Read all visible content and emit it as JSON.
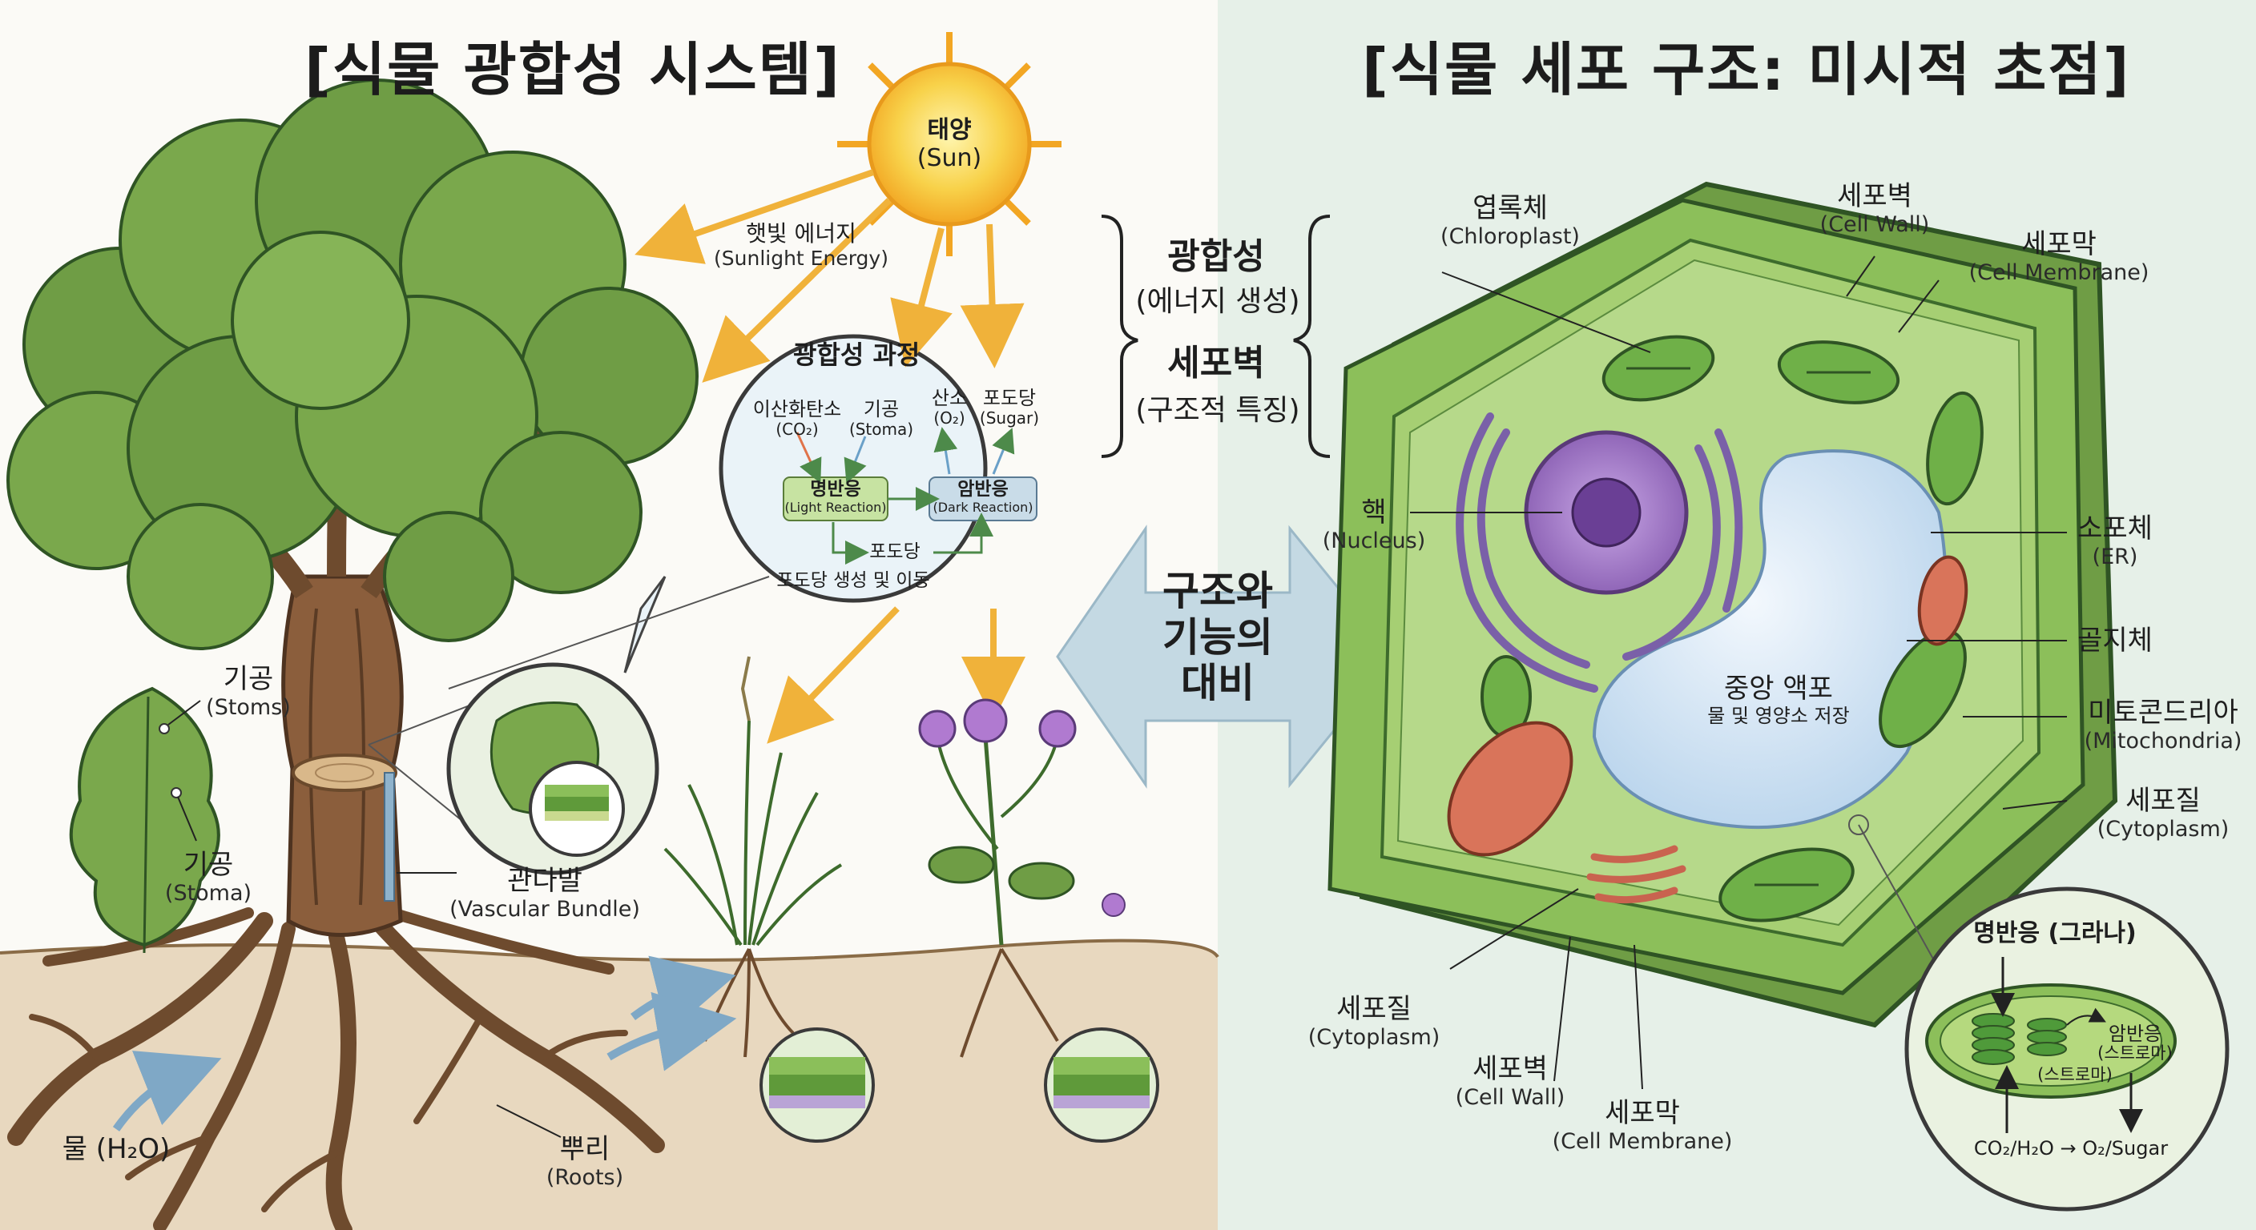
{
  "titles": {
    "left": "[식물 광합성 시스템]",
    "right": "[식물 세포 구조: 미시적 초점]"
  },
  "center": {
    "term1": "광합성",
    "term1_sub": "(에너지 생성)",
    "term2": "세포벽",
    "term2_sub": "(구조적 특징)",
    "contrast_line1": "구조와",
    "contrast_line2": "기능의",
    "contrast_line3": "대비"
  },
  "sun": {
    "ko": "태양",
    "en": "(Sun)"
  },
  "sunlight": {
    "ko": "햇빛 에너지",
    "en": "(Sunlight Energy)"
  },
  "process": {
    "title": "광합성 과정",
    "co2_ko": "이산화탄소",
    "co2_en": "(CO₂)",
    "stoma_ko": "기공",
    "stoma_en": "(Stoma)",
    "o2_ko": "산소",
    "o2_en": "(O₂)",
    "sugar_ko": "포도당",
    "sugar_en": "(Sugar)",
    "light_ko": "명반응",
    "light_en": "(Light Reaction)",
    "dark_ko": "암반응",
    "dark_en": "(Dark Reaction)",
    "glucose": "포도당",
    "footer": "포도당 생성 및 이동"
  },
  "tree_labels": {
    "stoms_ko": "기공",
    "stoms_en": "(Stoms)",
    "stoma_ko": "기공",
    "stoma_en": "(Stoma)",
    "vascular_ko": "관다발",
    "vascular_en": "(Vascular Bundle)",
    "water": "물 (H₂O)",
    "roots_ko": "뿌리",
    "roots_en": "(Roots)"
  },
  "cell_labels": {
    "chloroplast_ko": "엽록체",
    "chloroplast_en": "(Chloroplast)",
    "cellwall_top_ko": "세포벽",
    "cellwall_top_en": "(Cell Wall)",
    "membrane_top_ko": "세포막",
    "membrane_top_en": "(Cell Membrane)",
    "nucleus_ko": "핵",
    "nucleus_en": "(Nucleus)",
    "er_ko": "소포체",
    "er_en": "(ER)",
    "golgi_ko": "골지체",
    "mito_ko": "미토콘드리아",
    "mito_en": "(Mitochondria)",
    "cyto_right_ko": "세포질",
    "cyto_right_en": "(Cytoplasm)",
    "vacuole_ko": "중앙 액포",
    "vacuole_sub": "물 및 영양소 저장",
    "cyto_left_ko": "세포질",
    "cyto_left_en": "(Cytoplasm)",
    "cellwall_bottom_ko": "세포벽",
    "cellwall_bottom_en": "(Cell Wall)",
    "membrane_bottom_ko": "세포막",
    "membrane_bottom_en": "(Cell Membrane)"
  },
  "inset": {
    "title": "명반응 (그라나)",
    "dark": "암반응",
    "stroma1": "(스트로마)",
    "stroma2": "(스트로마)",
    "equation": "CO₂/H₂O → O₂/Sugar"
  },
  "colors": {
    "leaf_green": "#5f8f3c",
    "cell_green": "#8cbf5a",
    "sun_yellow": "#f6c12e",
    "nucleus_purple": "#8e63b8",
    "mito_red": "#d9745a",
    "vacuole_blue": "#cfe2f3",
    "arrow_blue": "#8fb4c8"
  }
}
